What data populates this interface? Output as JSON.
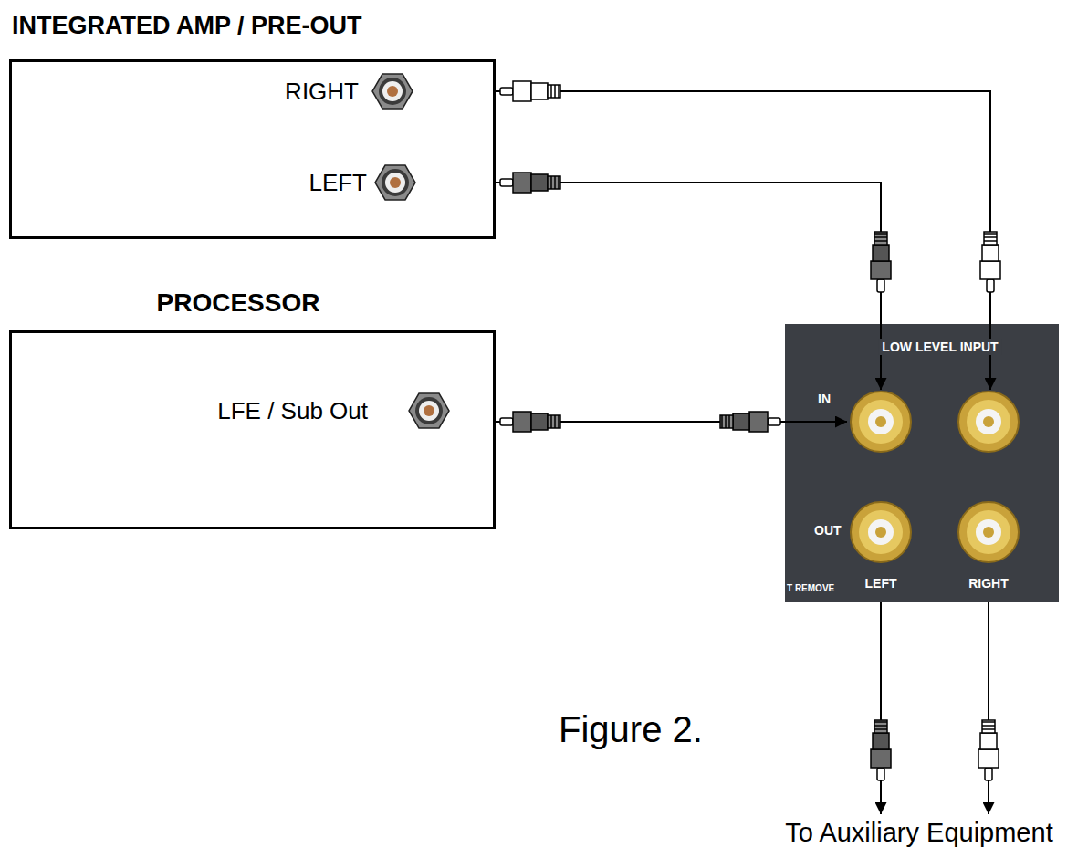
{
  "diagram": {
    "caption": "Figure 2.",
    "nodes": [
      {
        "text": [
          "INTEGRATED AMP / PRE-OUT",
          "RIGHT",
          "LEFT"
        ]
      },
      {
        "text": [
          "PROCESSOR",
          "LFE / Sub Out"
        ]
      },
      {
        "text": [
          "LOW LEVEL INPUT",
          "IN",
          "OUT",
          "LEFT",
          "RIGHT",
          "T REMOVE"
        ]
      },
      {
        "text": [
          "To Auxiliary Equipment"
        ]
      }
    ],
    "edges": [
      {
        "from": 0,
        "to": 2,
        "arrow": "to"
      },
      {
        "from": 0,
        "to": 2,
        "arrow": "to"
      },
      {
        "from": 1,
        "to": 2,
        "arrow": "to"
      },
      {
        "from": 2,
        "to": 3,
        "arrow": "to"
      },
      {
        "from": 2,
        "to": 3,
        "arrow": "to"
      }
    ]
  }
}
